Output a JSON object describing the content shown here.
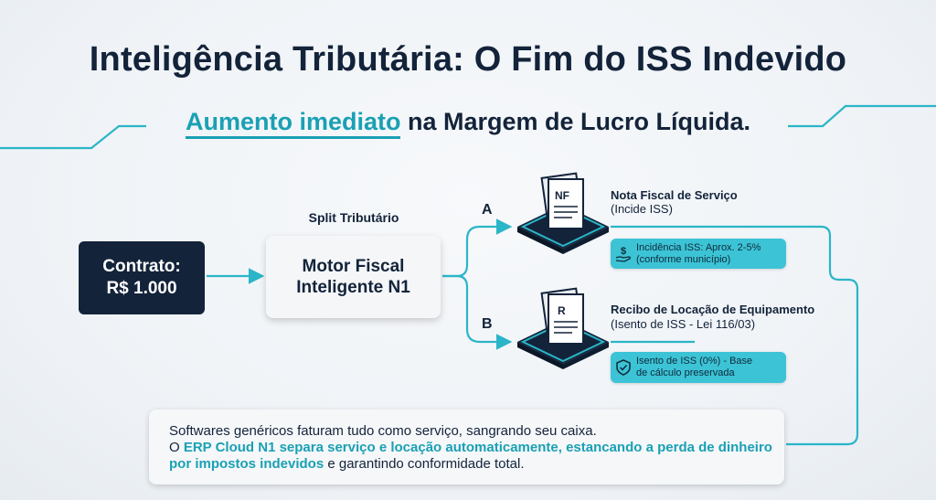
{
  "title": "Inteligência Tributária: O Fim do ISS Indevido",
  "subtitle": {
    "highlight": "Aumento imediato",
    "rest": " na Margem de Lucro Líquida."
  },
  "contract": {
    "line1": "Contrato:",
    "line2": "R$ 1.000"
  },
  "split_label": "Split Tributário",
  "engine": {
    "line1": "Motor Fiscal",
    "line2": "Inteligente N1"
  },
  "branches": [
    {
      "letter": "A",
      "doc_icon_text": "NF",
      "title": "Nota Fiscal de Serviço",
      "subtitle": "(Incide ISS)",
      "pill_icon": "dollar-hand-icon",
      "pill_line1": "Incidência ISS: Aprox. 2-5%",
      "pill_line2": "(conforme município)"
    },
    {
      "letter": "B",
      "doc_icon_text": "R",
      "title": "Recibo de Locação de Equipamento",
      "subtitle": "(Isento de ISS - Lei 116/03)",
      "pill_icon": "shield-check-icon",
      "pill_line1": "Isento de ISS (0%) - Base",
      "pill_line2": "de cálculo preservada"
    }
  ],
  "note": {
    "line1": "Softwares genéricos faturam tudo como serviço, sangrando seu caixa.",
    "prefix": "O ",
    "highlight": "ERP Cloud N1 separa serviço e  locação automaticamente, estancando a perda de dinheiro por impostos indevidos",
    "suffix": " e garantindo conformidade total."
  },
  "colors": {
    "navy": "#13233a",
    "accent": "#1aa0b4",
    "pill": "#3cc3d6",
    "line": "#2bb5c8"
  }
}
